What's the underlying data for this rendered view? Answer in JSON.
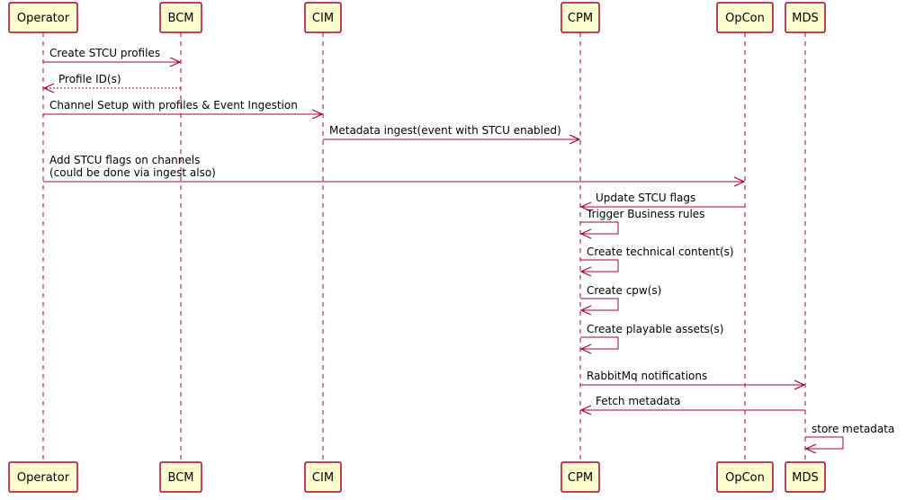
{
  "participants": [
    {
      "id": "operator",
      "label": "Operator"
    },
    {
      "id": "bcm",
      "label": "BCM"
    },
    {
      "id": "cim",
      "label": "CIM"
    },
    {
      "id": "cpm",
      "label": "CPM"
    },
    {
      "id": "opcon",
      "label": "OpCon"
    },
    {
      "id": "mds",
      "label": "MDS"
    }
  ],
  "messages": [
    {
      "from": "operator",
      "to": "bcm",
      "lines": [
        "Create STCU profiles"
      ],
      "style": "solid"
    },
    {
      "from": "bcm",
      "to": "operator",
      "lines": [
        "Profile ID(s)"
      ],
      "style": "dashed"
    },
    {
      "from": "operator",
      "to": "cim",
      "lines": [
        "Channel Setup with profiles & Event Ingestion"
      ],
      "style": "solid"
    },
    {
      "from": "cim",
      "to": "cpm",
      "lines": [
        "Metadata ingest(event with STCU enabled)"
      ],
      "style": "solid"
    },
    {
      "from": "operator",
      "to": "opcon",
      "lines": [
        "Add STCU flags on channels",
        "(could be done via ingest also)"
      ],
      "style": "solid"
    },
    {
      "from": "opcon",
      "to": "cpm",
      "lines": [
        "Update STCU flags"
      ],
      "style": "solid"
    },
    {
      "from": "cpm",
      "to": "cpm",
      "lines": [
        "Trigger Business rules"
      ],
      "style": "solid"
    },
    {
      "from": "cpm",
      "to": "cpm",
      "lines": [
        "Create technical content(s)"
      ],
      "style": "solid"
    },
    {
      "from": "cpm",
      "to": "cpm",
      "lines": [
        "Create cpw(s)"
      ],
      "style": "solid"
    },
    {
      "from": "cpm",
      "to": "cpm",
      "lines": [
        "Create playable assets(s)"
      ],
      "style": "solid"
    },
    {
      "from": "cpm",
      "to": "mds",
      "lines": [
        "RabbitMq notifications"
      ],
      "style": "solid"
    },
    {
      "from": "mds",
      "to": "cpm",
      "lines": [
        "Fetch metadata"
      ],
      "style": "solid"
    },
    {
      "from": "mds",
      "to": "mds",
      "lines": [
        "store metadata"
      ],
      "style": "solid"
    }
  ]
}
